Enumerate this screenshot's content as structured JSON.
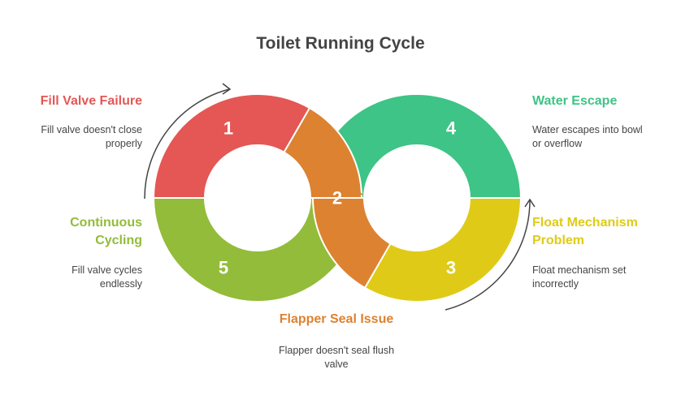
{
  "title": "Toilet Running Cycle",
  "colors": {
    "red": "#E45755",
    "orange": "#DD8230",
    "green": "#3DC486",
    "yellow": "#DFCB17",
    "lime": "#93BC3A"
  },
  "steps": [
    {
      "number": "1",
      "label": "Fill Valve Failure",
      "label_lines": [
        "Fill Valve Failure"
      ],
      "description_lines": [
        "Fill valve doesn't close",
        "properly"
      ]
    },
    {
      "number": "2",
      "label": "Flapper Seal Issue",
      "label_lines": [
        "Flapper Seal Issue"
      ],
      "description_lines": [
        "Flapper doesn't seal flush",
        "valve"
      ]
    },
    {
      "number": "3",
      "label": "Float Mechanism Problem",
      "label_lines": [
        "Float Mechanism",
        "Problem"
      ],
      "description_lines": [
        "Float mechanism set",
        "incorrectly"
      ]
    },
    {
      "number": "4",
      "label": "Water Escape",
      "label_lines": [
        "Water Escape"
      ],
      "description_lines": [
        "Water escapes into bowl",
        "or overflow"
      ]
    },
    {
      "number": "5",
      "label": "Continuous Cycling",
      "label_lines": [
        "Continuous",
        "Cycling"
      ],
      "description_lines": [
        "Fill valve cycles",
        "endlessly"
      ]
    }
  ]
}
